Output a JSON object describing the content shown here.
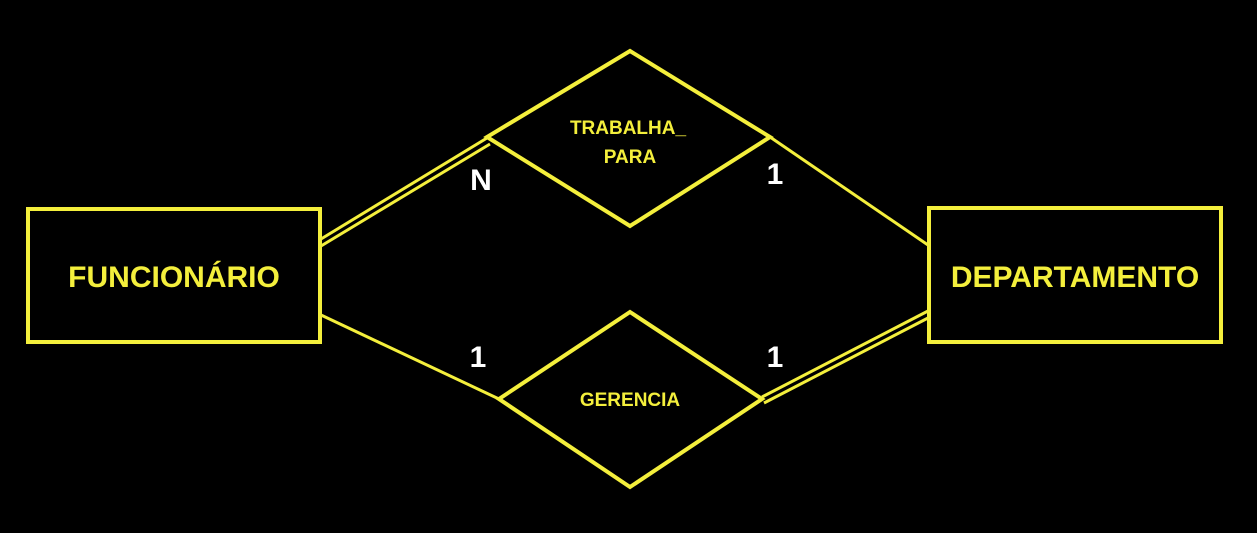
{
  "colors": {
    "background": "#000000",
    "shape": "#f4ef3c",
    "cardinality": "#ffffff"
  },
  "entities": {
    "funcionario": {
      "label": "FUNCIONÁRIO"
    },
    "departamento": {
      "label": "DEPARTAMENTO"
    }
  },
  "relationships": {
    "trabalha_para": {
      "line1": "TRABALHA_",
      "line2": "PARA"
    },
    "gerencia": {
      "label": "GERENCIA"
    }
  },
  "cardinalities": {
    "trabalha_para_funcionario": "N",
    "trabalha_para_departamento": "1",
    "gerencia_funcionario": "1",
    "gerencia_departamento": "1"
  }
}
